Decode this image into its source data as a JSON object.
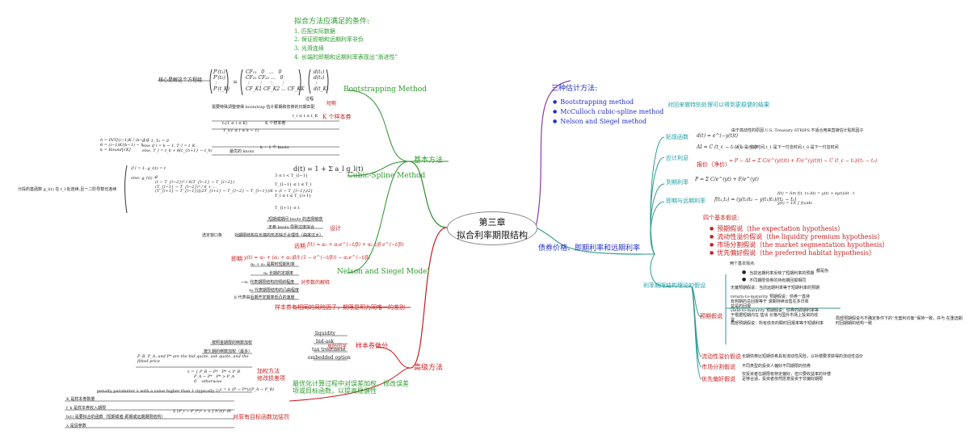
{
  "center": {
    "line1": "第三章",
    "line2": "拟合利率期限结构"
  },
  "left": {
    "basic_methods": "基本方法",
    "conditions_title": "拟合方法应满足的条件:",
    "conditions": [
      "1. 匹配实际数据",
      "2. 保证即期和远期利率非负",
      "3. 光滑连续",
      "4. 长端的即期和远期利率表现出“渐进性”"
    ],
    "bootstrap": {
      "label": "Bootstrapping Method",
      "core": "核心是解这个方程组",
      "drawback": "短期",
      "drawback_label": "过程",
      "drawback_note": "需要特殊调整使得 bootstrap 估计即期和债券的日期匹配",
      "k_label": "K 个样本券",
      "t_label": "t_i ≤ t ≤ t_K"
    },
    "spline": {
      "label": "Cubic-Spline Method",
      "knots_label": "K 个样本券",
      "knots_count": "k − 1 个 knots",
      "knots_choose": "最优的 knots",
      "formula": "d(t) = 1 + Σ a_l g_l(t)",
      "basis_note": "分段的基函数 g_l(t) 在 t_l 处连续,且一二阶导数也连续",
      "piece1": "3 ≤ t < T_{l−1}",
      "piece2": "T_{l−1} ≤ t ≤ T_l",
      "piece3": "T_l ≤ t ≤ T_{l+1}",
      "piece4": "T_{l+1} ≤ t"
    },
    "ns": {
      "label": "Nelson and Siegel Model",
      "design": "设计",
      "design_items": [
        "短期或期间 knots 的选择敏感",
        "无参 knots 导致过度拟合",
        "对期限结构在长端的形态缺乏合理性（曲率过大）"
      ],
      "weak": "选定窗口条",
      "forward": "远期",
      "spot": "即期",
      "explain": "对参数的解释",
      "explain_items": [
        "α₀ + α₁ 是瞬时短期利率",
        "α₀ 长期的定期率",
        "−α₁ 代表期限结构的倾斜程度",
        "α₂ 代表期限结构的凸曲程度",
        "β 代表由后期开定期率低凸的速度"
      ]
    }
  },
  "advanced": {
    "label": "高级方法",
    "sample": {
      "label": "样本券做分",
      "note": "样本券有相同的风险因子，期限是明为同唯一的差别",
      "risk": "风险因子",
      "factors": [
        "liquidity",
        "bid-ask",
        "tax treatment",
        "embedded option"
      ]
    },
    "weight": {
      "label": "加权方法",
      "items": [
        "按照金期限的倒数加权",
        "按久期的倒数加权（最多）"
      ],
      "bid": "P_B, P_A, and P* are the bid quote, ask quote, and the fitted price"
    },
    "modify": {
      "label": "修改损差项",
      "penalty": "penalty parameter λ with a value higher than 1 (typically 2)"
    },
    "objective": {
      "label": "对原有目标函数加惩罚",
      "items": [
        "K 是样本券数量",
        "f_k 是样本券收入期限",
        "h(t) 是要拟合的函数（短期或者-即期或远期期限结构）",
        "λ 是惩参数"
      ]
    },
    "optimal": "最优化计算过程中对误差加权、修改误差项或目标函数，以提高稳健性"
  },
  "right": {
    "three_methods_title": "三种估计方法:",
    "methods": [
      "Bootstrapping method",
      "McCulloch cubic-spline method",
      "Nelson and Siegel method"
    ],
    "methods_note": "对回来做特别处理可以得到更稳健的结果",
    "bond_branch": "债券价格、即期利率和远期利率",
    "discount": "贴现函数",
    "discount_note": "由于高动性的原因 U.S. Treasury STRIPS 不适合用来直接估计贴现因子",
    "accrued": "应计利息",
    "accrued_note": "t_c 是当前时间,t_1 是下一付息时间,t_0 是下一付息时间",
    "clean_price": "报价（净价）",
    "ytm": "到期利率",
    "spot_fwd": "即期与远期利率",
    "theory": "利率期限结构理论的假设",
    "four_title": "四个基本假说:",
    "four": [
      "预期假说（the expectation hypothesis）",
      "流动性溢价假说（the liquidity premium hypothesis）",
      "市场分割假说（the market segmentation hypothesis）",
      "优先偏好假说（the preferred habitat hypothesis）"
    ],
    "expect": "预期假说",
    "expect_two": "两个基本观点:",
    "expect_points": [
      "当前远期利率反映了短期利率的预期",
      "不同期限债券的持有期回报相同"
    ],
    "expect_note": "都是伪",
    "expect_items": [
      "无偏预期假说：当前远期利率等于短期利率的预期",
      "return-to-maturity 预期假说：债券一直持有到期的总回报等于 滚期持续出售在多日收益是的回报",
      "yield-to-maturity 预期假说：债券的即期利率等于根据短期内在 售出 价格与国外市场上投资的收益",
      "局部预期假说：所有债务的瞬时回报率等于短期利率"
    ],
    "local_note": "局部预期假说与不确定条件下的“无套利均衡”保持一致，并与 在重选期时回期期的结构一致",
    "liquidity": "流动性溢价假说",
    "liquidity_note": "长期债券比短期债券具有流动性风险，以补偿要求获得的流动性溢价",
    "segment": "市场分割假说",
    "segment_note": "不同类型的投资人偏好不同期限的债券",
    "habitat": "优先偏好假说",
    "habitat_note": "仅投资者在期限有特定偏好，但只要收益率的补偿足够合适，投资者依然愿意投资于非偏好期限"
  }
}
